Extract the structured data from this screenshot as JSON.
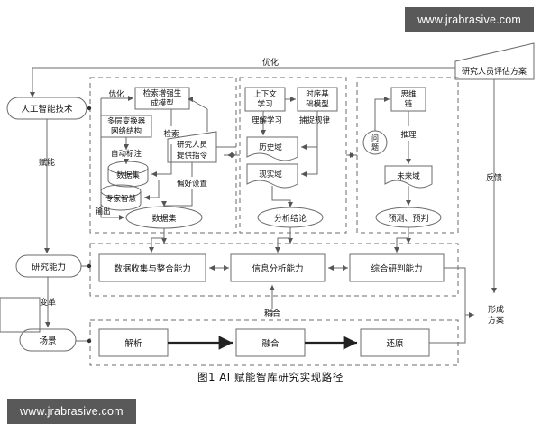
{
  "figure": {
    "caption": "图1   AI 赋能智库研究实现路径",
    "background": "#ffffff",
    "line_color": "#6b6b6b",
    "text_color": "#111111"
  },
  "watermarks": {
    "top_right": "www.jrabrasive.com",
    "bottom_left": "www.jrabrasive.com",
    "background": "#595959",
    "color": "#ffffff"
  },
  "spine": {
    "nodes": [
      {
        "label": "人工智能技术"
      },
      {
        "label": "研究能力"
      },
      {
        "label": "场景"
      }
    ],
    "edges": [
      {
        "label": "赋能"
      },
      {
        "label": "变革"
      }
    ]
  },
  "top_feedback": {
    "loop_label": "优化",
    "evaluator": "研究人员评估方案",
    "feedback_label": "反馈",
    "result": "形成\n方案",
    "result_line1": "形成",
    "result_line2": "方案"
  },
  "panels": [
    {
      "id": "panel-retrieval",
      "nodes": [
        {
          "name": "rag-model",
          "label_line1": "检索增强生",
          "label_line2": "成模型",
          "shape": "rect"
        },
        {
          "name": "transformer-network",
          "label_line1": "多层变换器",
          "label_line2": "网络结构",
          "shape": "rect"
        },
        {
          "name": "dataset-cylinder",
          "label": "数据集",
          "shape": "cylinder"
        },
        {
          "name": "expert-wisdom-cylinder",
          "label": "专家智慧",
          "shape": "cylinder"
        },
        {
          "name": "researcher-instruction",
          "label_line1": "研究人员",
          "label_line2": "提供指令",
          "shape": "trapezoid"
        },
        {
          "name": "dataset-ellipse",
          "label": "数据集",
          "shape": "ellipse"
        }
      ],
      "edge_labels": [
        "优化",
        "检索",
        "自动标注",
        "偏好设置",
        "输出"
      ]
    },
    {
      "id": "panel-temporal",
      "nodes": [
        {
          "name": "context-learning",
          "label_line1": "上下文",
          "label_line2": "学习",
          "shape": "rect"
        },
        {
          "name": "temporal-foundation-model",
          "label_line1": "时序基",
          "label_line2": "础模型",
          "shape": "rect"
        },
        {
          "name": "history-domain",
          "label": "历史域",
          "shape": "document"
        },
        {
          "name": "reality-domain",
          "label": "现实域",
          "shape": "document"
        },
        {
          "name": "analysis-conclusion",
          "label": "分析结论",
          "shape": "ellipse"
        }
      ],
      "edge_labels": [
        "理解学习",
        "捕捉规律"
      ]
    },
    {
      "id": "panel-reasoning",
      "nodes": [
        {
          "name": "question",
          "label_line1": "问",
          "label_line2": "题",
          "shape": "circle"
        },
        {
          "name": "chain-of-thought",
          "label_line1": "思维",
          "label_line2": "链",
          "shape": "rect"
        },
        {
          "name": "future-domain",
          "label": "未来域",
          "shape": "document"
        },
        {
          "name": "prediction",
          "label": "预测、预判",
          "shape": "ellipse"
        }
      ],
      "edge_labels": [
        "推理"
      ]
    }
  ],
  "capability_row": {
    "items": [
      {
        "label": "数据收集与整合能力"
      },
      {
        "label": "信息分析能力"
      },
      {
        "label": "综合研判能力"
      }
    ],
    "coupling_label": "耦合"
  },
  "scenario_row": {
    "items": [
      {
        "label": "解析"
      },
      {
        "label": "融合"
      },
      {
        "label": "还原"
      }
    ]
  }
}
